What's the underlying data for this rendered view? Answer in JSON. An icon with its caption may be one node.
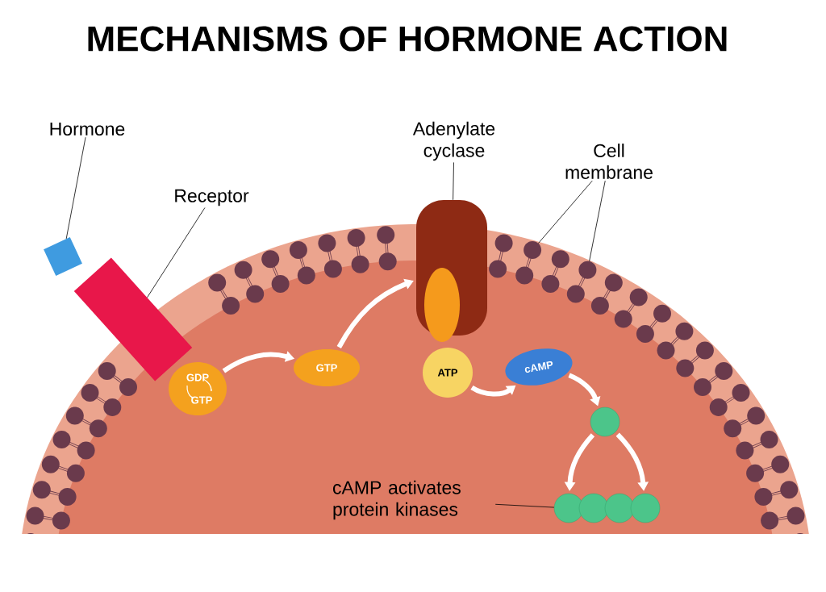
{
  "diagram": {
    "title": "MECHANISMS OF HORMONE ACTION",
    "nodes": [
      {
        "text": [
          "Hormone"
        ]
      },
      {
        "text": [],
        "shape": "box"
      },
      {
        "text": [
          "Receptor"
        ]
      },
      {
        "text": [],
        "shape": "bar"
      },
      {
        "text": [
          "GDP",
          "GTP"
        ]
      },
      {
        "text": [
          "GTP"
        ]
      },
      {
        "text": [
          "Adenylate cyclase"
        ]
      },
      {
        "text": [],
        "shape": "picture"
      },
      {
        "text": [
          "ATP"
        ]
      },
      {
        "text": [
          "cAMP"
        ]
      },
      {
        "text": [],
        "shape": "circle"
      },
      {
        "text": [],
        "shape": "circle"
      },
      {
        "text": [],
        "shape": "circle"
      },
      {
        "text": [],
        "shape": "circle"
      },
      {
        "text": [],
        "shape": "circle"
      },
      {
        "text": [
          "Cell membrane"
        ]
      },
      {
        "text": [],
        "shape": "circle"
      },
      {
        "text": [],
        "shape": "circle"
      },
      {
        "text": [
          "cAMP activates protein kinases"
        ]
      }
    ],
    "edges": [
      {
        "from": 0,
        "to": 1,
        "arrow": "none",
        "color": "#000000"
      },
      {
        "from": 2,
        "to": 3,
        "arrow": "none",
        "color": "#000000"
      },
      {
        "from": 6,
        "to": 7,
        "arrow": "none",
        "color": "#000000"
      },
      {
        "from": 15,
        "to": 16,
        "arrow": "none",
        "color": "#000000"
      },
      {
        "from": 15,
        "to": 17,
        "arrow": "none",
        "color": "#000000"
      },
      {
        "from": 18,
        "to": 11,
        "arrow": "none",
        "color": "#000000"
      },
      {
        "from": 4,
        "to": 5,
        "arrow": "to",
        "style": "thick",
        "color": "#ffffff"
      },
      {
        "from": 5,
        "to": 7,
        "arrow": "to",
        "style": "thick",
        "color": "#ffffff"
      },
      {
        "from": 8,
        "to": 9,
        "arrow": "to",
        "style": "thick",
        "color": "#ffffff"
      },
      {
        "from": 9,
        "to": 10,
        "arrow": "to",
        "style": "thick",
        "color": "#ffffff"
      },
      {
        "from": 10,
        "to": 11,
        "arrow": "to",
        "style": "thick",
        "color": "#ffffff"
      },
      {
        "from": 10,
        "to": 14,
        "arrow": "to",
        "style": "thick",
        "color": "#ffffff"
      }
    ]
  }
}
